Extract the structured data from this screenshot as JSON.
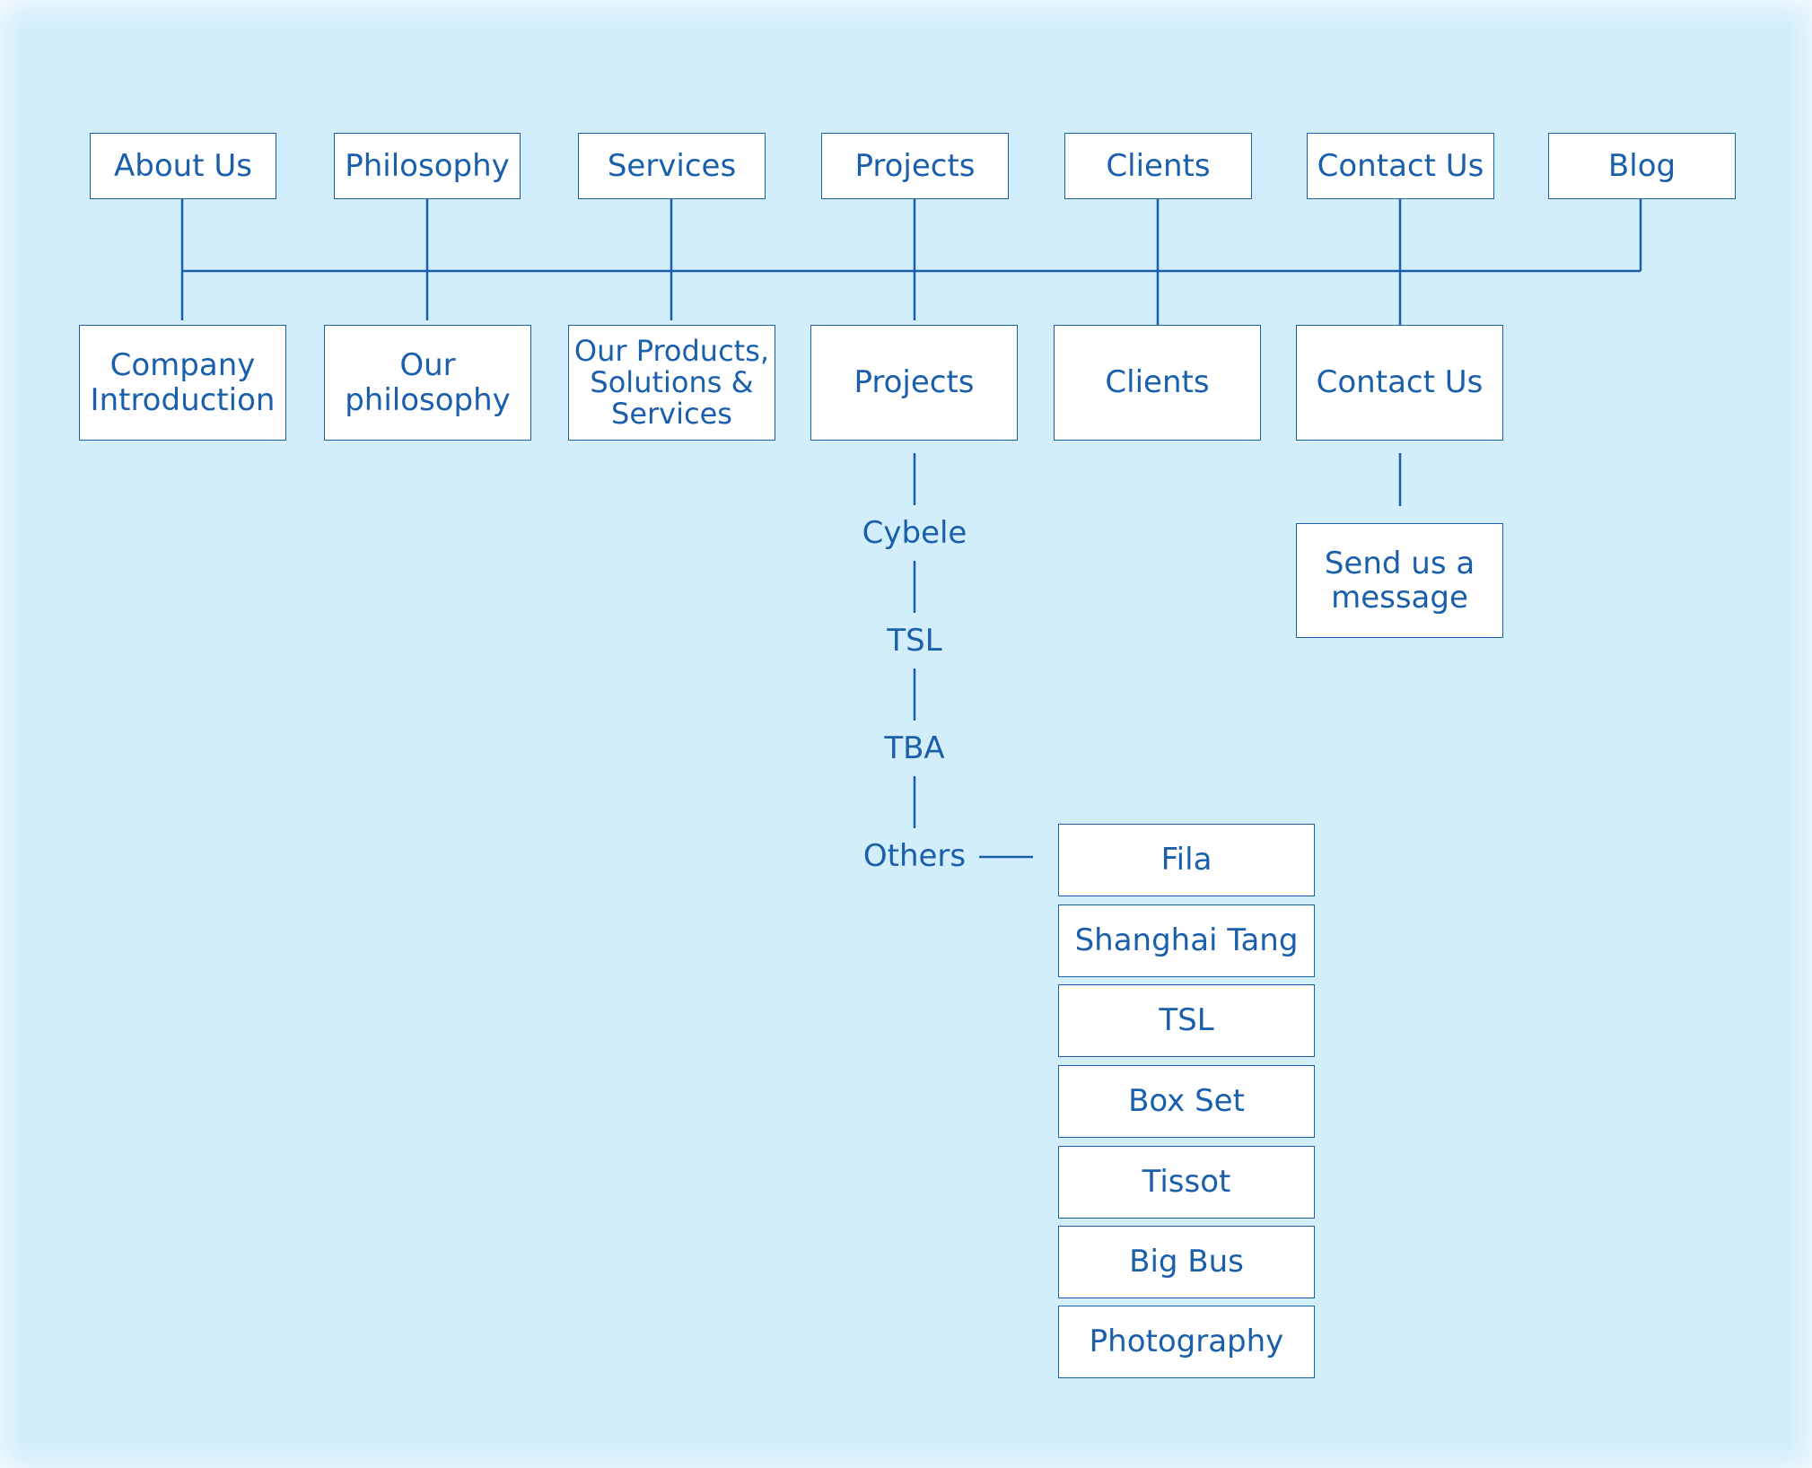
{
  "colors": {
    "background": "#d3eefb",
    "box_fill": "#ffffff",
    "accent": "#1a5fab"
  },
  "top_nav": [
    "About Us",
    "Philosophy",
    "Services",
    "Projects",
    "Clients",
    "Contact Us",
    "Blog"
  ],
  "pages": [
    "Company\nIntroduction",
    "Our\nphilosophy",
    "Our Products,\nSolutions &\nServices",
    "Projects",
    "Clients",
    "Contact Us"
  ],
  "projects": [
    "Cybele",
    "TSL",
    "TBA",
    "Others"
  ],
  "others": [
    "Fila",
    "Shanghai Tang",
    "TSL",
    "Box Set",
    "Tissot",
    "Big Bus",
    "Photography"
  ],
  "contact_child": "Send us a\nmessage"
}
